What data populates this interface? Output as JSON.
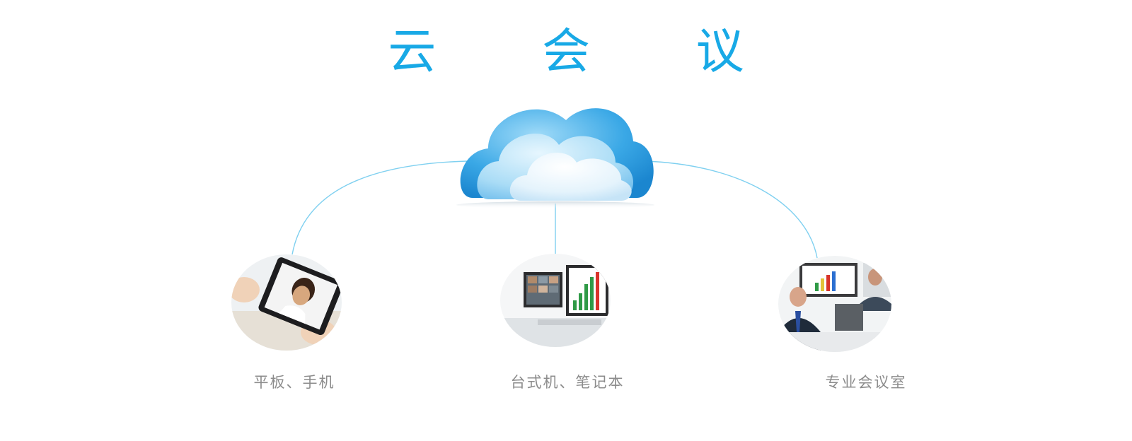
{
  "title": "云 会 议",
  "center_icon": "cloud-icon",
  "nodes": [
    {
      "label": "平板、手机",
      "icon": "tablet-video-call-photo"
    },
    {
      "label": "台式机、笔记本",
      "icon": "desktop-monitors-photo"
    },
    {
      "label": "专业会议室",
      "icon": "conference-room-photo"
    }
  ],
  "colors": {
    "title": "#18a9e6",
    "connector": "#7fd0f0",
    "label": "#8c8c8c",
    "cloud_dark": "#2f9ee0",
    "cloud_mid": "#7cc7f2",
    "cloud_light": "#d9effc"
  }
}
